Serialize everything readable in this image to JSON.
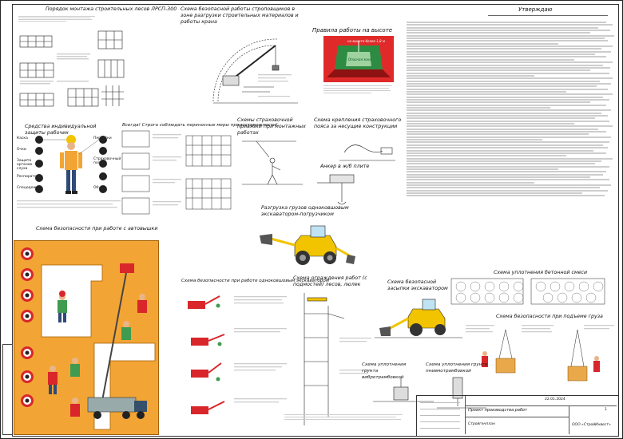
{
  "titles": {
    "scaffold": "Порядок монтажа строительных лесов ЛРСП-300",
    "crane": "Схема безопасной работы строповщиков в зоне разгрузки строительных материалов и работы крана",
    "height": "Правила работы на высоте",
    "ppe": "Средства индивидуальной защиты рабочих",
    "remember": "Всегда! Строго соблюдать переносные меры предосторожности!",
    "harness_anchor": "Схемы страховочной привязки при монтажных работах",
    "belt_mount": "Схема крепления страховочного пояса за несущие конструкции",
    "anchor_slab": "Анкер в ж/б плите",
    "loader": "Разгрузка грузов одноковшовым экскаватором-погрузчиком",
    "tower_safety": "Схема безопасности при работе с автовышки",
    "digger_safety": "Схема безопасности при работе одноковшовым экскаватором",
    "pit_fence": "Схема ограждения работ (с подмостей) лесов, люлек",
    "excavator_fill": "Схема безопасной засыпки экскаватором",
    "compaction": "Схема уплотнения бетонной смеси",
    "lifting": "Схема безопасности при подъеме груза",
    "vibro1": "Схема уплотнения грунта вибротрамбовкой",
    "vibro2": "Схема уплотнения грунта пневмотрамбовкой"
  },
  "approve": "Утверждаю",
  "ppe_items": [
    "Каска",
    "Очки",
    "Защита органов слуха",
    "Респиратор",
    "Спецодежда",
    "Перчатки",
    "Страховочный пояс",
    "Обувь"
  ],
  "height_box": {
    "zone_label": "Опасная зона",
    "caption": "на высоте более 1,8 м"
  },
  "stamp": {
    "title": "Проект производства работ",
    "sheet_label": "Стройгенплан",
    "org": "ООО «СтройИнвест»",
    "date": "22.01.2024",
    "sheet_no": "1"
  },
  "colors": {
    "orange": "#f2a534",
    "red": "#d8262a",
    "yellow": "#f2c400",
    "green": "#3e9b4f"
  }
}
